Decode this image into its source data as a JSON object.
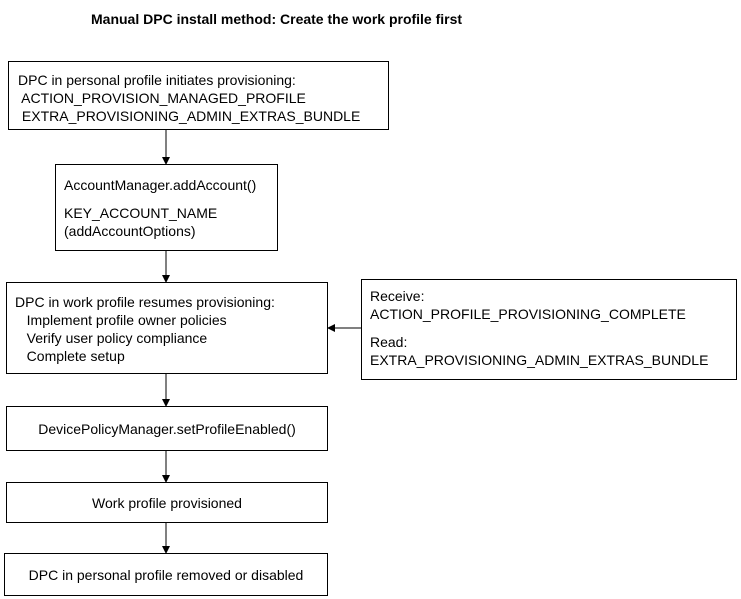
{
  "title": "Manual DPC install method: Create the work profile first",
  "boxes": {
    "initiate": {
      "line1": "DPC in personal profile initiates provisioning:",
      "line2": " ACTION_PROVISION_MANAGED_PROFILE",
      "line3": " EXTRA_PROVISIONING_ADMIN_EXTRAS_BUNDLE"
    },
    "add_account": {
      "line1": "AccountManager.addAccount()",
      "line2": "KEY_ACCOUNT_NAME",
      "line3": "(addAccountOptions)"
    },
    "resume": {
      "line1": "DPC in work profile resumes provisioning:",
      "line2": "   Implement profile owner policies",
      "line3": "   Verify user policy compliance",
      "line4": "   Complete setup"
    },
    "receive": {
      "line1": "Receive:",
      "line2": "ACTION_PROFILE_PROVISIONING_COMPLETE",
      "line3": "Read:",
      "line4": "EXTRA_PROVISIONING_ADMIN_EXTRAS_BUNDLE"
    },
    "enable": {
      "label": "DevicePolicyManager.setProfileEnabled()"
    },
    "provisioned": {
      "label": "Work profile provisioned"
    },
    "removed": {
      "label": "DPC in personal profile removed or disabled"
    }
  }
}
